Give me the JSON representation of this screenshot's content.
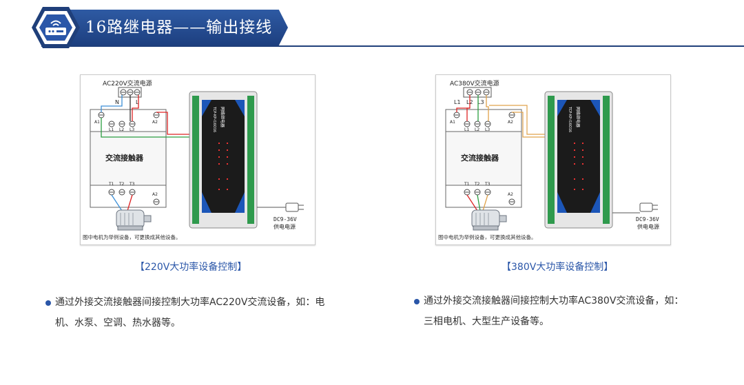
{
  "header": {
    "title": "16路继电器——输出接线",
    "icon": "router-icon",
    "colors": {
      "primary": "#1f3f7a",
      "accent": "#2a56a8"
    }
  },
  "left": {
    "supply_label": "AC220V交流电源",
    "terminal_n": "N",
    "terminal_l": "L",
    "contactor_a1": "A1",
    "contactor_a2": "A2",
    "contactor_l1": "L1",
    "contactor_l2": "L2",
    "contactor_l3": "L3",
    "contactor_name": "交流接触器",
    "contactor_t1": "T1",
    "contactor_t2": "T2",
    "contactor_t3": "T3",
    "dc_label_1": "DC9-36V",
    "dc_label_2": "供电电源",
    "footnote": "图中电机为举例设备，可更换成其他设备。",
    "caption": "【220V大功率设备控制】",
    "desc_line1": "通过外接交流接触器间接控制大功率AC220V交流设备，如：电",
    "desc_line2": "机、水泵、空调、热水器等。"
  },
  "right": {
    "supply_label": "AC380V交流电源",
    "terminal_l1": "L1",
    "terminal_l2": "L2",
    "terminal_l3": "L3",
    "contactor_a1": "A1",
    "contactor_a2": "A2",
    "contactor_l1": "L1",
    "contactor_l2": "L2",
    "contactor_l3": "L3",
    "contactor_name": "交流接触器",
    "contactor_t1": "T1",
    "contactor_t2": "T2",
    "contactor_t3": "T3",
    "dc_label_1": "DC9-36V",
    "dc_label_2": "供电电源",
    "footnote": "图中电机为举例设备，可更换成其他设备。",
    "caption": "【380V大功率设备控制】",
    "desc_line1": "通过外接交流接触器间接控制大功率AC380V交流设备，如：",
    "desc_line2": "三相电机、大型生产设备等。"
  },
  "device": {
    "name": "网络继电器",
    "model": "TCP-KP-I16O16"
  }
}
